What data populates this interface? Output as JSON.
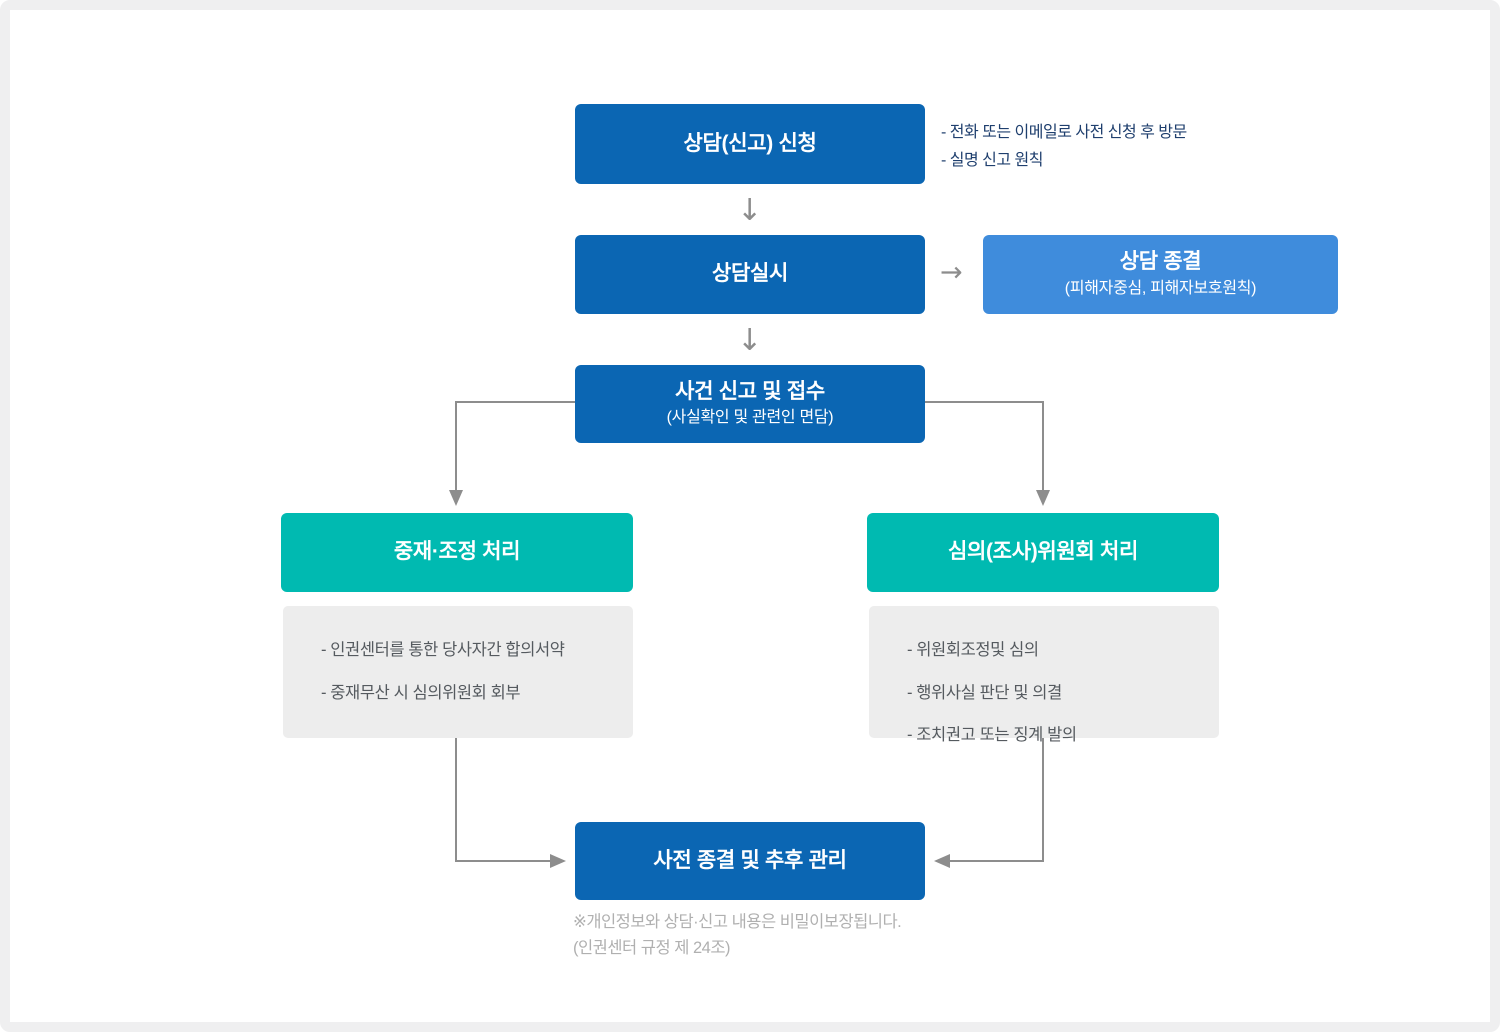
{
  "diagram": {
    "title_hidden": "",
    "colors": {
      "primary_blue": "#0b66b3",
      "light_blue": "#3f8cdc",
      "teal": "#00bab1",
      "panel_gray": "#ededed",
      "connector_gray": "#8d8d8d",
      "note_navy": "#1f3f6e",
      "footnote_gray": "#b0b0b0",
      "frame_gray": "#efeff0"
    },
    "nodes": {
      "apply": {
        "title": "상담(신고) 신청"
      },
      "consult": {
        "title": "상담실시"
      },
      "consult_end": {
        "title": "상담 종결",
        "subtitle": "(피해자중심, 피해자보호원칙)"
      },
      "report": {
        "title": "사건 신고 및 접수",
        "subtitle": "(사실확인 및 관련인 면담)"
      },
      "mediation": {
        "title": "중재·조정 처리"
      },
      "committee": {
        "title": "심의(조사)위원회 처리"
      },
      "closure": {
        "title": "사전 종결 및 추후 관리"
      }
    },
    "notes": {
      "apply_note_line1": "- 전화 또는 이메일로 사전 신청 후 방문",
      "apply_note_line2": "- 실명 신고 원칙"
    },
    "mediation_details": [
      "- 인권센터를 통한 당사자간 합의서약",
      "- 중재무산 시 심의위원회 회부"
    ],
    "committee_details": [
      "- 위원회조정및 심의",
      "- 행위사실 판단 및 의결",
      "- 조치권고 또는 징계 발의"
    ],
    "footnote": {
      "line1": "※개인정보와 상담·신고 내용은 비밀이보장됩니다.",
      "line2": "(인권센터 규정 제 24조)"
    },
    "arrows": {
      "down1": "↓",
      "down2": "↓",
      "right1": "→"
    }
  }
}
